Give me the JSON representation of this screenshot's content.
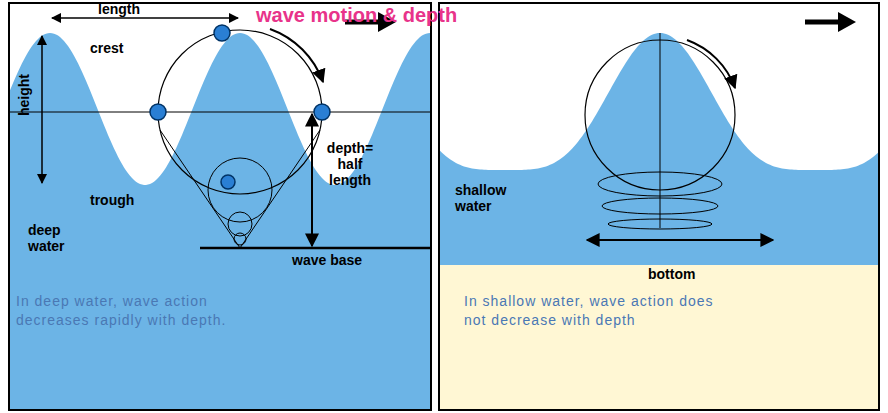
{
  "diagram": {
    "title": "wave motion & depth",
    "labels": [
      "length",
      "crest",
      "height",
      "trough",
      "depth= half length",
      "deep water",
      "wave base",
      "In deep water, wave action decreases rapidly with depth.",
      "shallow water",
      "bottom",
      "In shallow water, wave action does not decrease with depth"
    ]
  }
}
